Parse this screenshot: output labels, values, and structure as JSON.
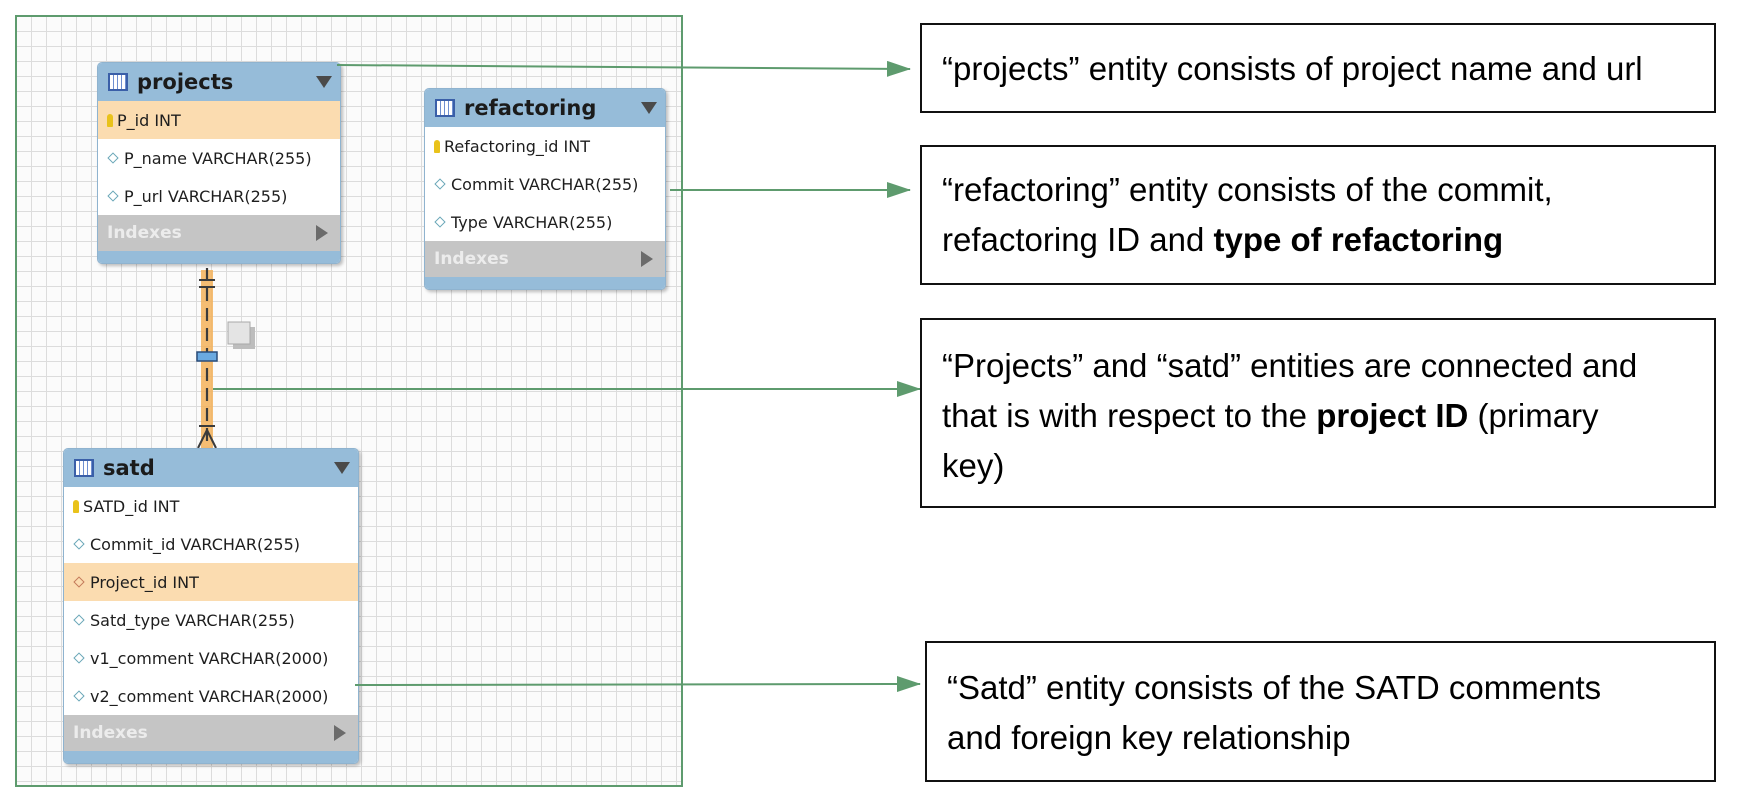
{
  "entities": {
    "projects": {
      "title": "projects",
      "columns": [
        {
          "text": "P_id INT",
          "key": "primary"
        },
        {
          "text": "P_name VARCHAR(255)",
          "key": "none"
        },
        {
          "text": "P_url VARCHAR(255)",
          "key": "none"
        }
      ],
      "indexes_label": "Indexes"
    },
    "refactoring": {
      "title": "refactoring",
      "columns": [
        {
          "text": "Refactoring_id INT",
          "key": "primary"
        },
        {
          "text": "Commit VARCHAR(255)",
          "key": "none"
        },
        {
          "text": "Type VARCHAR(255)",
          "key": "none"
        }
      ],
      "indexes_label": "Indexes"
    },
    "satd": {
      "title": "satd",
      "columns": [
        {
          "text": "SATD_id INT",
          "key": "primary"
        },
        {
          "text": "Commit_id VARCHAR(255)",
          "key": "none"
        },
        {
          "text": "Project_id INT",
          "key": "foreign"
        },
        {
          "text": "Satd_type VARCHAR(255)",
          "key": "none"
        },
        {
          "text": "v1_comment VARCHAR(2000)",
          "key": "none"
        },
        {
          "text": "v2_comment VARCHAR(2000)",
          "key": "none"
        }
      ],
      "indexes_label": "Indexes"
    }
  },
  "notes": {
    "projects": {
      "text": "“projects” entity consists of project name and url"
    },
    "refactoring": {
      "line1": "“refactoring” entity consists of the commit,",
      "line2_pre": "refactoring ID and ",
      "line2_bold": "type of refactoring"
    },
    "relationship": {
      "line1": "“Projects” and “satd” entities are connected and",
      "line2_pre": "that is with respect to the ",
      "line2_bold": "project ID",
      "line2_post": " (primary",
      "line3": "key)"
    },
    "satd": {
      "line1": "“Satd” entity consists of the SATD comments",
      "line2": "and foreign key relationship"
    }
  },
  "colors": {
    "arrow": "#5e9b6e",
    "entity_header": "#96bcd9",
    "highlight_row": "#fbdcb0",
    "relationship": "#f3b15a"
  }
}
